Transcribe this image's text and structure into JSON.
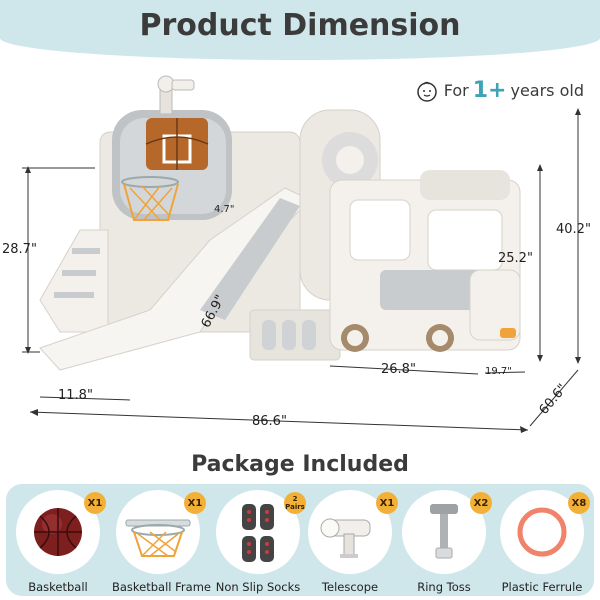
{
  "header": {
    "title": "Product Dimension"
  },
  "age": {
    "prefix": "For",
    "highlight": "1+",
    "suffix": "years old",
    "icon": "baby-face-icon"
  },
  "dimensions": {
    "side_height": "28.7\"",
    "slide_length": "66.9\"",
    "rim_gap": "4.7\"",
    "bus_height": "25.2\"",
    "total_height": "40.2\"",
    "bus_length": "26.8\"",
    "bus_width": "19.7\"",
    "slide_end": "11.8\"",
    "total_length": "86.6\"",
    "total_depth": "60.6\""
  },
  "package": {
    "title": "Package Included",
    "items": [
      {
        "label": "Basketball",
        "qty": "X1",
        "icon": "basketball-icon"
      },
      {
        "label": "Basketball Frame",
        "qty": "X1",
        "icon": "hoop-frame-icon"
      },
      {
        "label": "Non Slip Socks",
        "qty_top": "2",
        "qty_bottom": "Pairs",
        "icon": "socks-icon"
      },
      {
        "label": "Telescope",
        "qty": "X1",
        "icon": "telescope-icon"
      },
      {
        "label": "Ring Toss",
        "qty": "X2",
        "icon": "ring-toss-icon"
      },
      {
        "label": "Plastic Ferrule",
        "qty": "X8",
        "icon": "ferrule-ring-icon"
      }
    ]
  },
  "colors": {
    "band": "#cfe7ea",
    "accent": "#3ea4b5",
    "badge": "#f2b136",
    "playset_white": "#f4f1ec",
    "playset_grey": "#c9ccce",
    "basketball": "#b6672a"
  }
}
